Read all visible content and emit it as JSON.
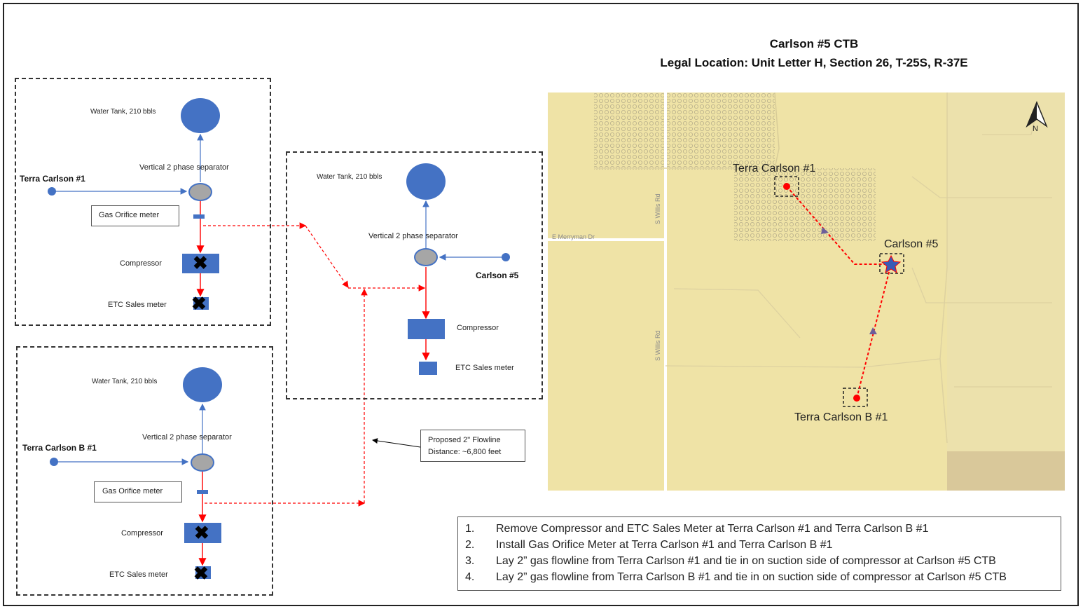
{
  "title": {
    "line1": "Carlson #5 CTB",
    "line2": "Legal Location: Unit Letter H, Section 26, T-25S, R-37E"
  },
  "box1": {
    "well": "Terra Carlson #1",
    "tank": "Water Tank, 210 bbls",
    "separator": "Vertical 2 phase separator",
    "orifice": "Gas Orifice meter",
    "compressor": "Compressor",
    "sales": "ETC Sales meter"
  },
  "box2": {
    "well": "Terra Carlson B #1",
    "tank": "Water Tank, 210 bbls",
    "separator": "Vertical 2 phase separator",
    "orifice": "Gas Orifice meter",
    "compressor": "Compressor",
    "sales": "ETC Sales meter"
  },
  "box3": {
    "well": "Carlson #5",
    "tank": "Water Tank, 210 bbls",
    "separator": "Vertical 2 phase separator",
    "compressor": "Compressor",
    "sales": "ETC Sales meter"
  },
  "callout": {
    "line1": "Proposed 2\" Flowline",
    "line2": "Distance: ~6,800 feet"
  },
  "map": {
    "road1": "E Merryman Dr",
    "road2": "S Willis Rd",
    "road3": "S Willis Rd",
    "north": "N",
    "well1": "Terra Carlson #1",
    "well2": "Carlson #5",
    "well3": "Terra Carlson B #1"
  },
  "notes": [
    {
      "num": "1.",
      "text": "Remove Compressor and ETC Sales Meter at Terra Carlson #1 and Terra Carlson B #1"
    },
    {
      "num": "2.",
      "text": "Install Gas Orifice Meter at Terra Carlson #1 and Terra Carlson B #1"
    },
    {
      "num": "3.",
      "text": "Lay 2” gas flowline from Terra Carlson #1 and tie in on suction side of compressor at Carlson #5 CTB"
    },
    {
      "num": "4.",
      "text": "Lay 2” gas flowline from Terra Carlson B #1 and tie in on suction side of compressor at Carlson #5 CTB"
    }
  ],
  "colors": {
    "equipment": "#4472c4",
    "flowline": "#ff0000",
    "separator": "#a6a6a6"
  }
}
